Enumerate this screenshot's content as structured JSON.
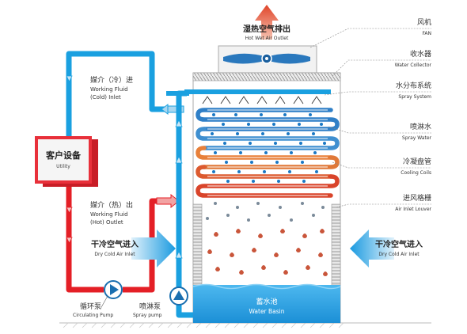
{
  "colors": {
    "cold_pipe": "#1aa0e0",
    "hot_pipe": "#e41f26",
    "basin": "#27a6e8",
    "coil_blue": "#2f7fc7",
    "coil_orange": "#e8803a",
    "coil_red": "#d9442a",
    "utility_red": "#d81f2a",
    "arrow_blue": "#1a9ae0",
    "fan_blue": "#2a78bd"
  },
  "labels": {
    "hot_air_outlet_cn": "湿热空气排出",
    "hot_air_outlet_en": "Hot Wet Air Outlet",
    "fan_cn": "风机",
    "fan_en": "FAN",
    "water_collector_cn": "收水器",
    "water_collector_en": "Water Collector",
    "spray_system_cn": "水分布系统",
    "spray_system_en": "Spray System",
    "spray_water_cn": "喷淋水",
    "spray_water_en": "Spray Water",
    "cooling_coils_cn": "冷凝盘管",
    "cooling_coils_en": "Cooling Coils",
    "air_inlet_louver_cn": "进风格栅",
    "air_inlet_louver_en": "Air Inlet Louver",
    "cold_fluid_inlet_cn": "媒介（冷）进",
    "cold_fluid_inlet_en1": "Working Fluid",
    "cold_fluid_inlet_en2": "(Cold) Inlet",
    "hot_fluid_outlet_cn": "媒介（热）出",
    "hot_fluid_outlet_en1": "Working Fluid",
    "hot_fluid_outlet_en2": "(Hot) Outlet",
    "utility_cn": "客户设备",
    "utility_en": "Utility",
    "dry_air_left_cn": "干冷空气进入",
    "dry_air_left_en": "Dry Cold Air Inlet",
    "dry_air_right_cn": "干冷空气进入",
    "dry_air_right_en": "Dry Cold Air Inlet",
    "circulating_pump_cn": "循环泵",
    "circulating_pump_en": "Circulating Pump",
    "spray_pump_cn": "喷淋泵",
    "spray_pump_en": "Spray pump",
    "water_basin_cn": "蓄水池",
    "water_basin_en": "Water Basin"
  }
}
